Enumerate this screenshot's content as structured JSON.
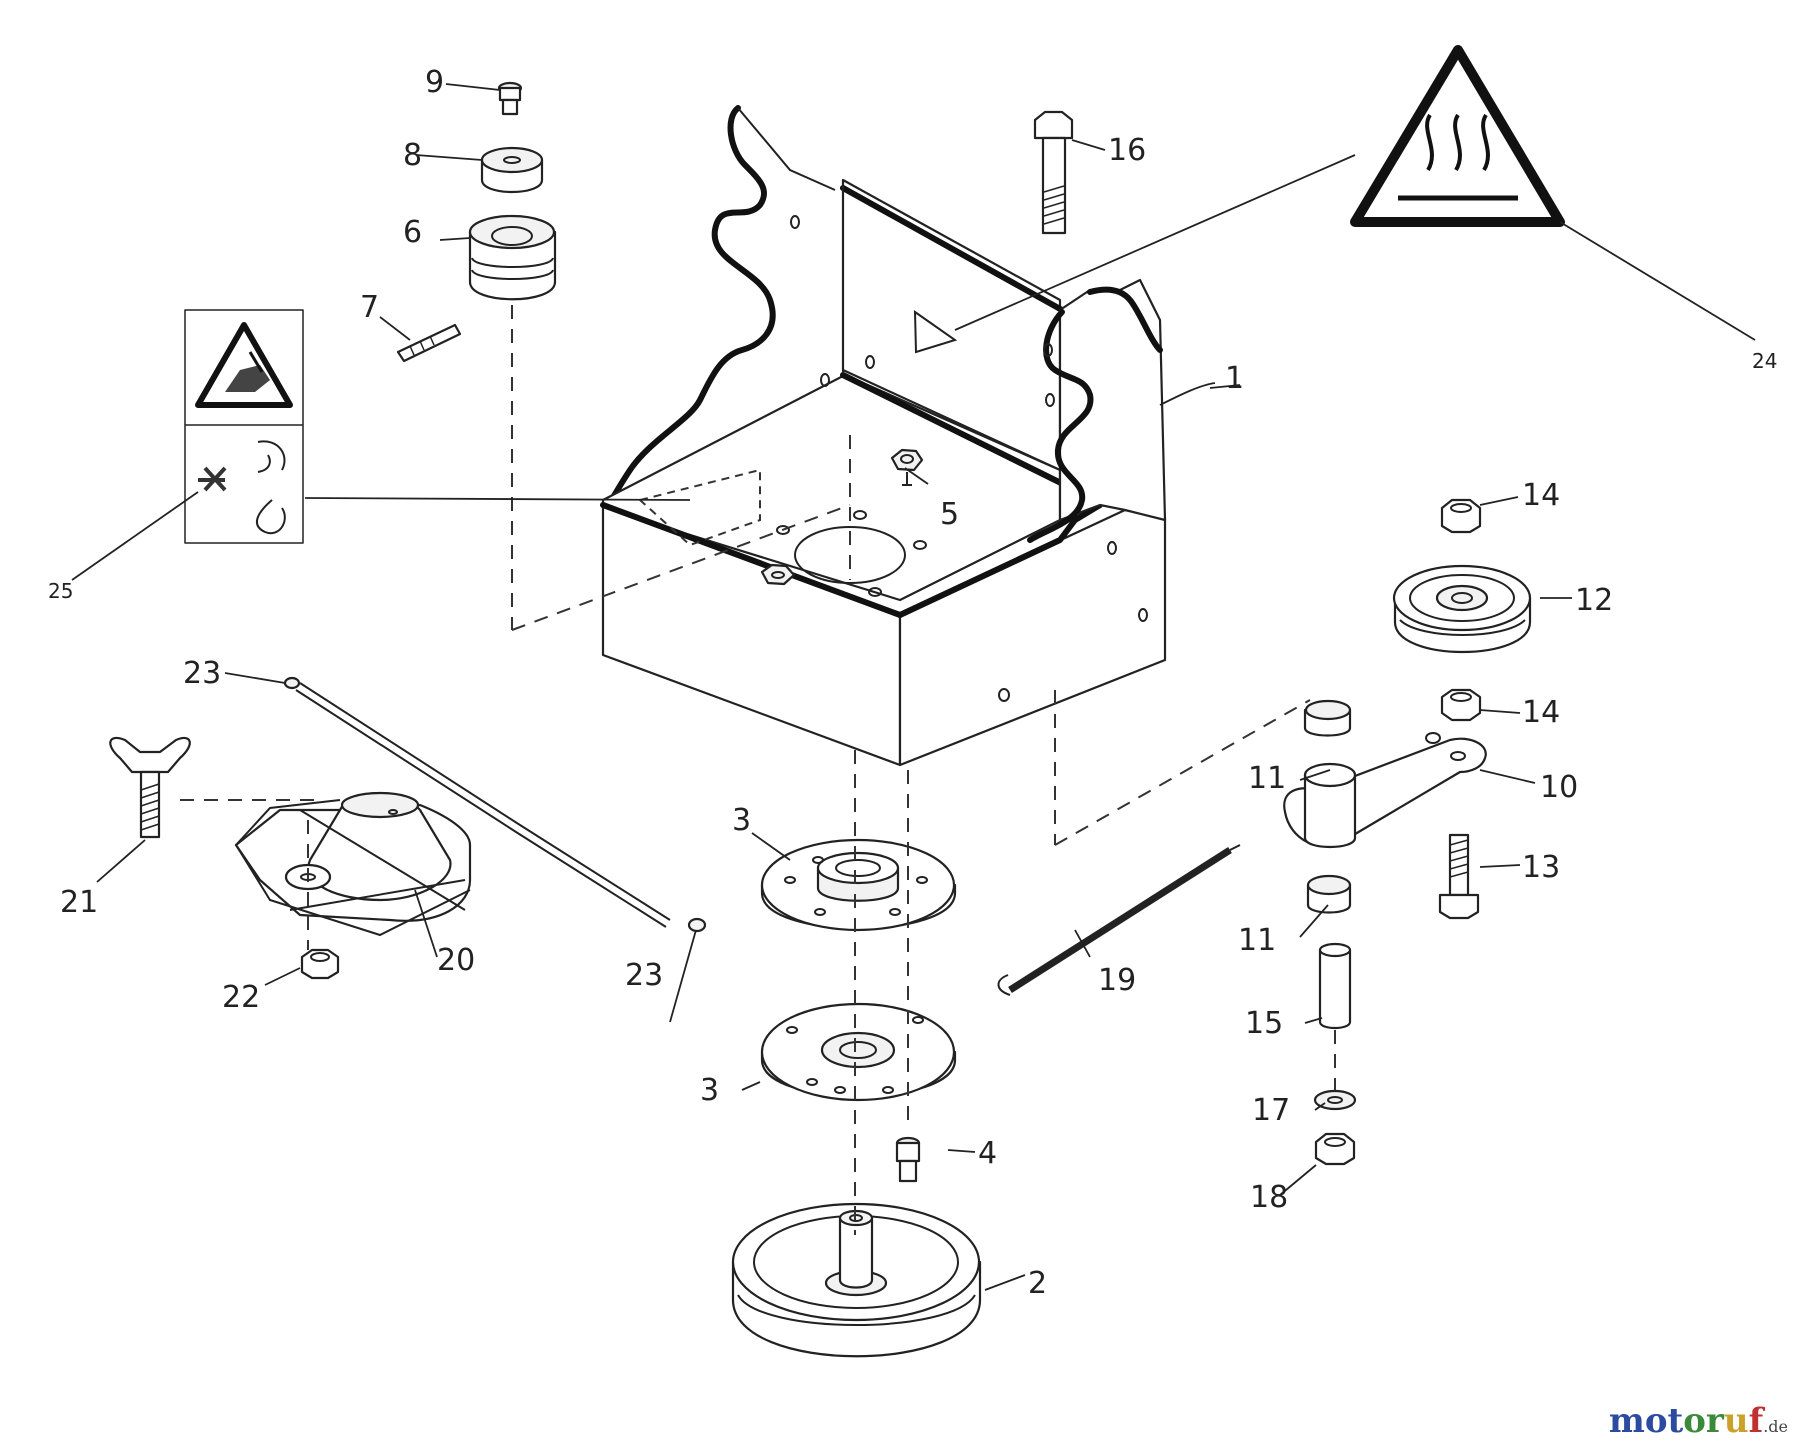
{
  "callouts": [
    {
      "id": "1",
      "text": "1"
    },
    {
      "id": "2",
      "text": "2"
    },
    {
      "id": "3a",
      "text": "3"
    },
    {
      "id": "3b",
      "text": "3"
    },
    {
      "id": "4",
      "text": "4"
    },
    {
      "id": "5",
      "text": "5"
    },
    {
      "id": "6",
      "text": "6"
    },
    {
      "id": "7",
      "text": "7"
    },
    {
      "id": "8",
      "text": "8"
    },
    {
      "id": "9",
      "text": "9"
    },
    {
      "id": "10",
      "text": "10"
    },
    {
      "id": "11a",
      "text": "11"
    },
    {
      "id": "11b",
      "text": "11"
    },
    {
      "id": "12",
      "text": "12"
    },
    {
      "id": "13",
      "text": "13"
    },
    {
      "id": "14a",
      "text": "14"
    },
    {
      "id": "14b",
      "text": "14"
    },
    {
      "id": "15",
      "text": "15"
    },
    {
      "id": "16",
      "text": "16"
    },
    {
      "id": "17",
      "text": "17"
    },
    {
      "id": "18",
      "text": "18"
    },
    {
      "id": "19",
      "text": "19"
    },
    {
      "id": "20",
      "text": "20"
    },
    {
      "id": "21",
      "text": "21"
    },
    {
      "id": "22",
      "text": "22"
    },
    {
      "id": "23a",
      "text": "23"
    },
    {
      "id": "23b",
      "text": "23"
    },
    {
      "id": "24",
      "text": "24"
    },
    {
      "id": "25",
      "text": "25"
    }
  ],
  "icons": [
    "hot-surface-warning-icon",
    "hand-cutting-warning-icon",
    "rotating-blade-warning-icon"
  ],
  "watermark": {
    "part1": "m",
    "part2": "o",
    "part3": "t",
    "part4": "o",
    "part5": "r",
    "part6": "u",
    "part7": "f",
    "tld": ".de"
  },
  "colors": {
    "line": "#222222",
    "background": "#ffffff"
  }
}
